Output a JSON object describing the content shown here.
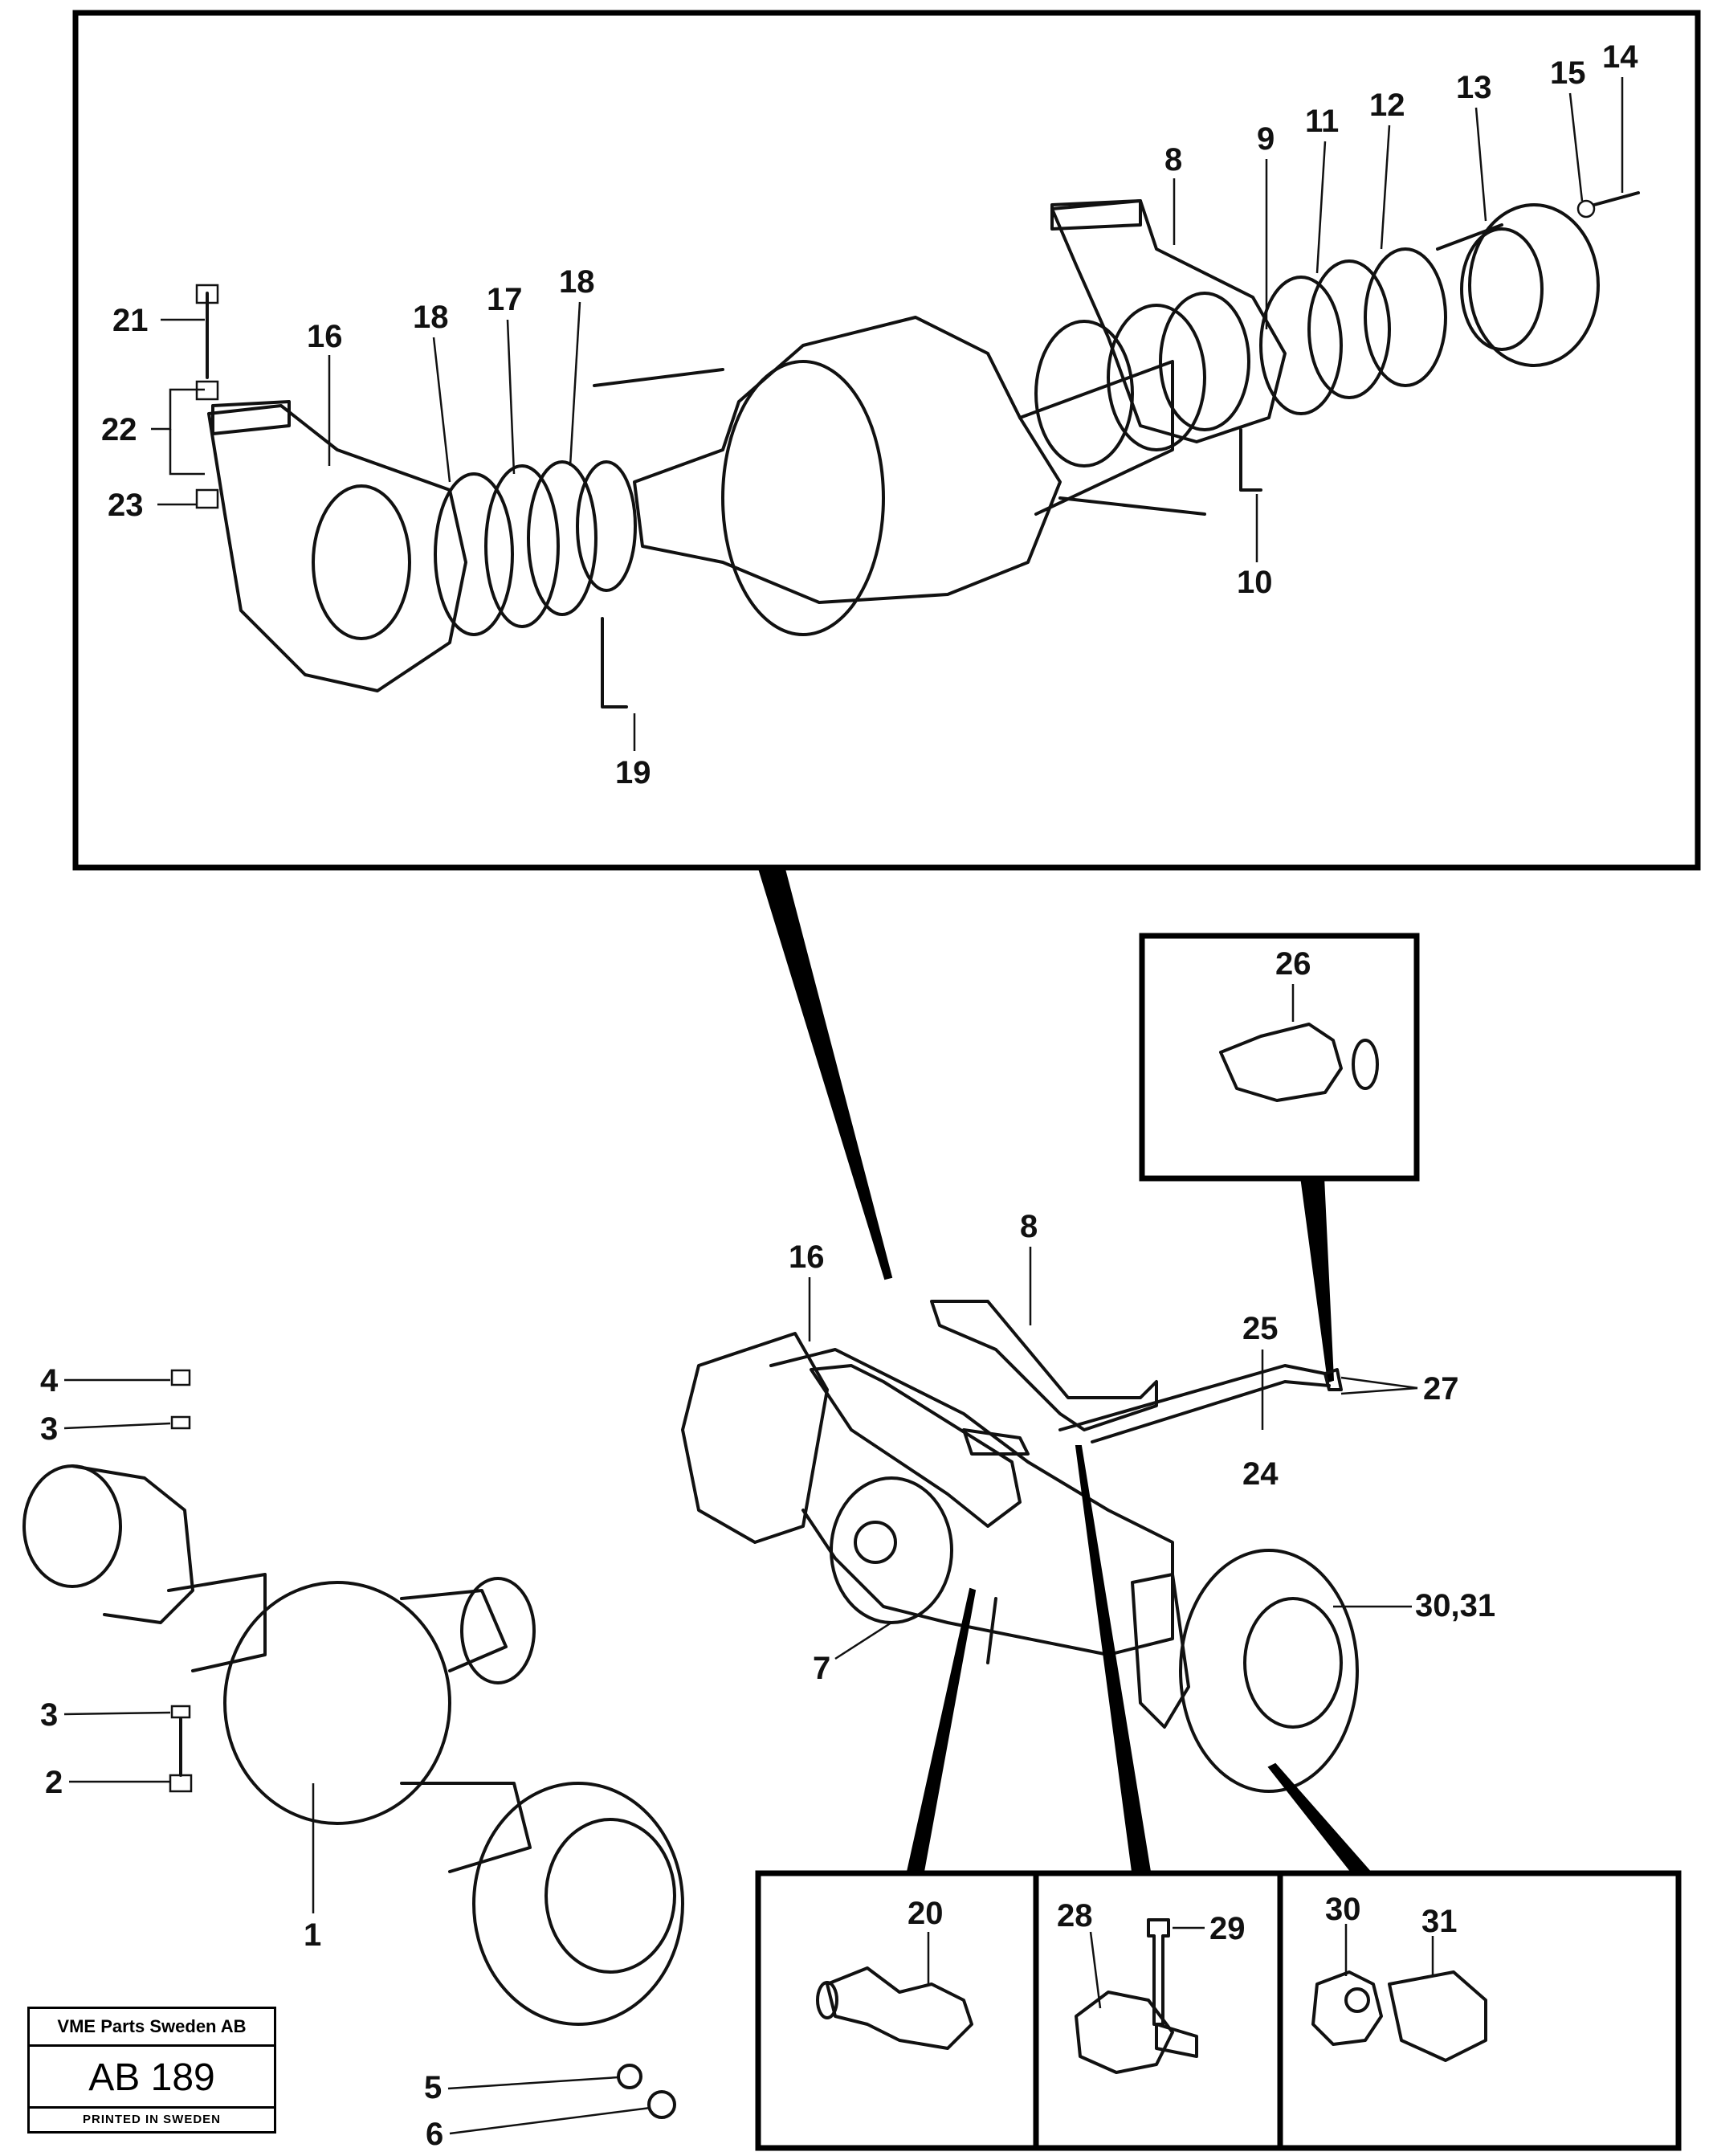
{
  "callouts": {
    "c1": "1",
    "c2": "2",
    "c3": "3",
    "c3b": "3",
    "c4": "4",
    "c5": "5",
    "c6": "6",
    "c7": "7",
    "c8": "8",
    "c8b": "8",
    "c9": "9",
    "c10": "10",
    "c11": "11",
    "c12": "12",
    "c13": "13",
    "c14": "14",
    "c15": "15",
    "c16": "16",
    "c16b": "16",
    "c17": "17",
    "c18": "18",
    "c18b": "18",
    "c19": "19",
    "c20": "20",
    "c21": "21",
    "c22": "22",
    "c23": "23",
    "c24": "24",
    "c25": "25",
    "c26": "26",
    "c27": "27",
    "c28": "28",
    "c29": "29",
    "c30": "30",
    "c30_31": "30,31",
    "c31": "31"
  },
  "stamp": {
    "company": "VME Parts Sweden AB",
    "code": "AB 189",
    "printed": "PRINTED IN SWEDEN"
  }
}
